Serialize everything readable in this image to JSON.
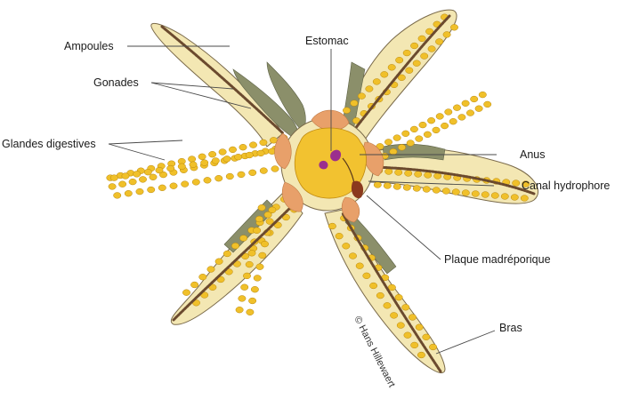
{
  "labels": {
    "ampoules": "Ampoules",
    "gonades": "Gonades",
    "glandes": "Glandes digestives",
    "estomac": "Estomac",
    "anus": "Anus",
    "canal": "Canal hydrophore",
    "plaque": "Plaque madréporique",
    "bras": "Bras"
  },
  "credit": "© Hans Hillewaert",
  "colors": {
    "arm_fill": "#f3e7b3",
    "arm_edge": "#7a6a4a",
    "gonad": "#8b8f6a",
    "digestive": "#f0c02a",
    "digestive_edge": "#b8860b",
    "ambulacral": "#6b4a2e",
    "stomach": "#f2c230",
    "stomach_lobe": "#e8a06a",
    "anus_mark": "#9b2e8e",
    "madreporite": "#8b3a1e"
  }
}
